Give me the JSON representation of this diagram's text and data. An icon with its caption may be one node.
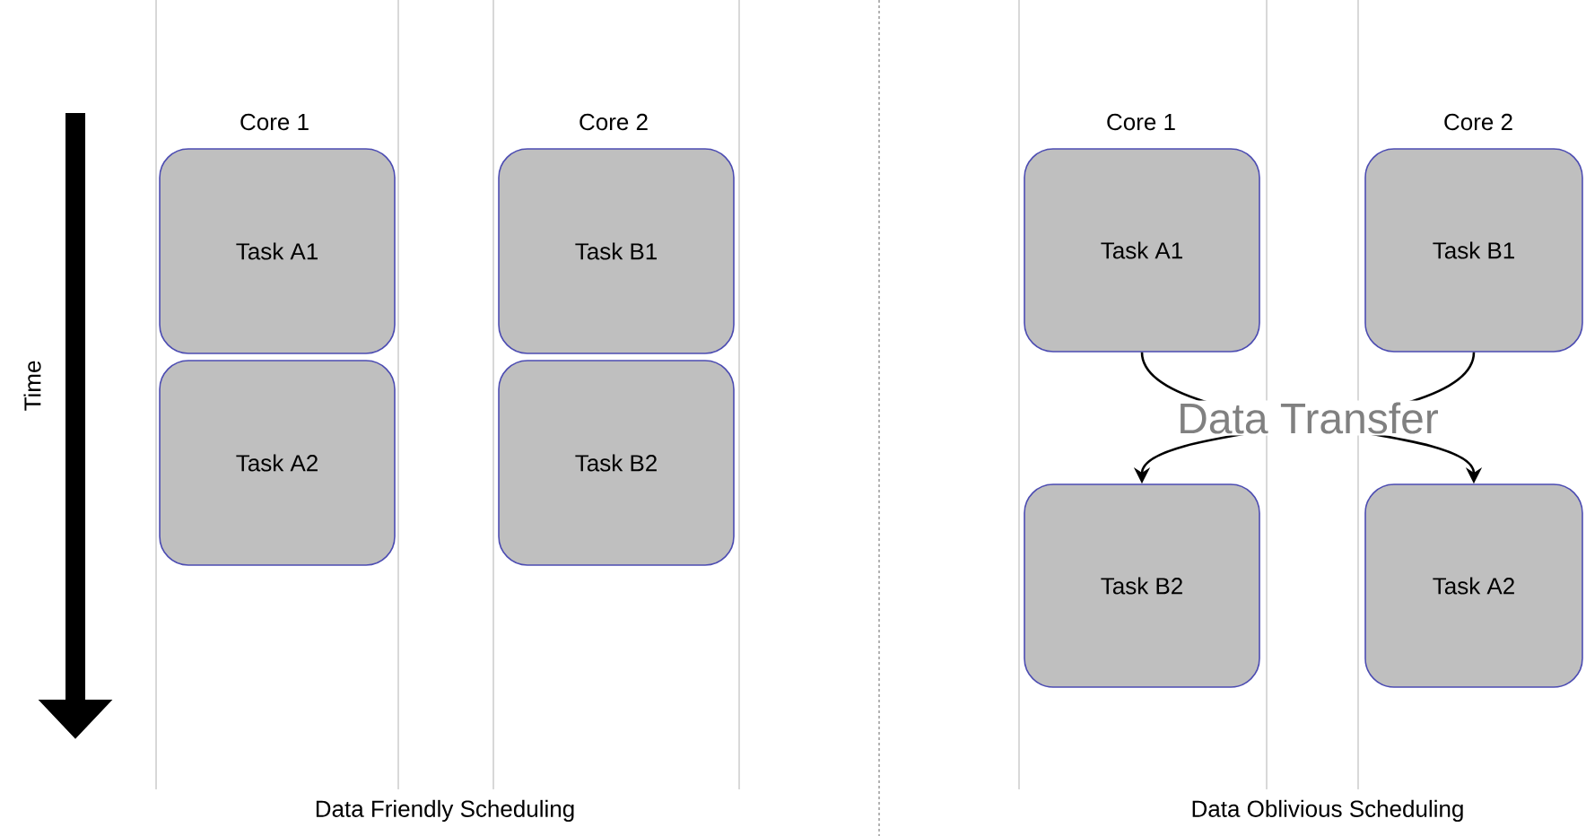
{
  "diagram": {
    "nodes": [
      {
        "text": [
          "Task A1"
        ]
      },
      {
        "text": [
          "Task A2"
        ]
      },
      {
        "text": [
          "Task B1"
        ]
      },
      {
        "text": [
          "Task B2"
        ]
      },
      {
        "text": [
          "Task A1"
        ]
      },
      {
        "text": [
          "Task B1"
        ]
      },
      {
        "text": [
          "Task B2"
        ]
      },
      {
        "text": [
          "Task A2"
        ]
      }
    ],
    "edges": [
      {
        "from": 4,
        "to": 7,
        "arrow": "to",
        "label": "Data Transfer"
      },
      {
        "from": 5,
        "to": 6,
        "arrow": "to"
      }
    ],
    "labels": [
      "Core 1",
      "Core 2",
      "Core 1",
      "Core 2",
      "Time",
      "Data Friendly Scheduling",
      "Data Oblivious Scheduling"
    ]
  }
}
